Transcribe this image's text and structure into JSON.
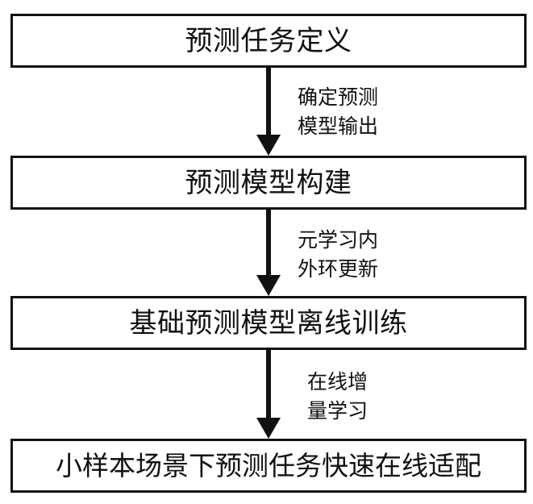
{
  "steps": [
    {
      "label": "预测任务定义"
    },
    {
      "label": "预测模型构建"
    },
    {
      "label": "基础预测模型离线训练"
    },
    {
      "label": "小样本场景下预测任务快速在线适配"
    }
  ],
  "transitions": [
    {
      "line1": "确定预测",
      "line2": "模型输出"
    },
    {
      "line1": "元学习内",
      "line2": "外环更新"
    },
    {
      "line1": "在线增",
      "line2": "量学习"
    }
  ],
  "colors": {
    "stroke": "#111111",
    "background": "#ffffff"
  }
}
